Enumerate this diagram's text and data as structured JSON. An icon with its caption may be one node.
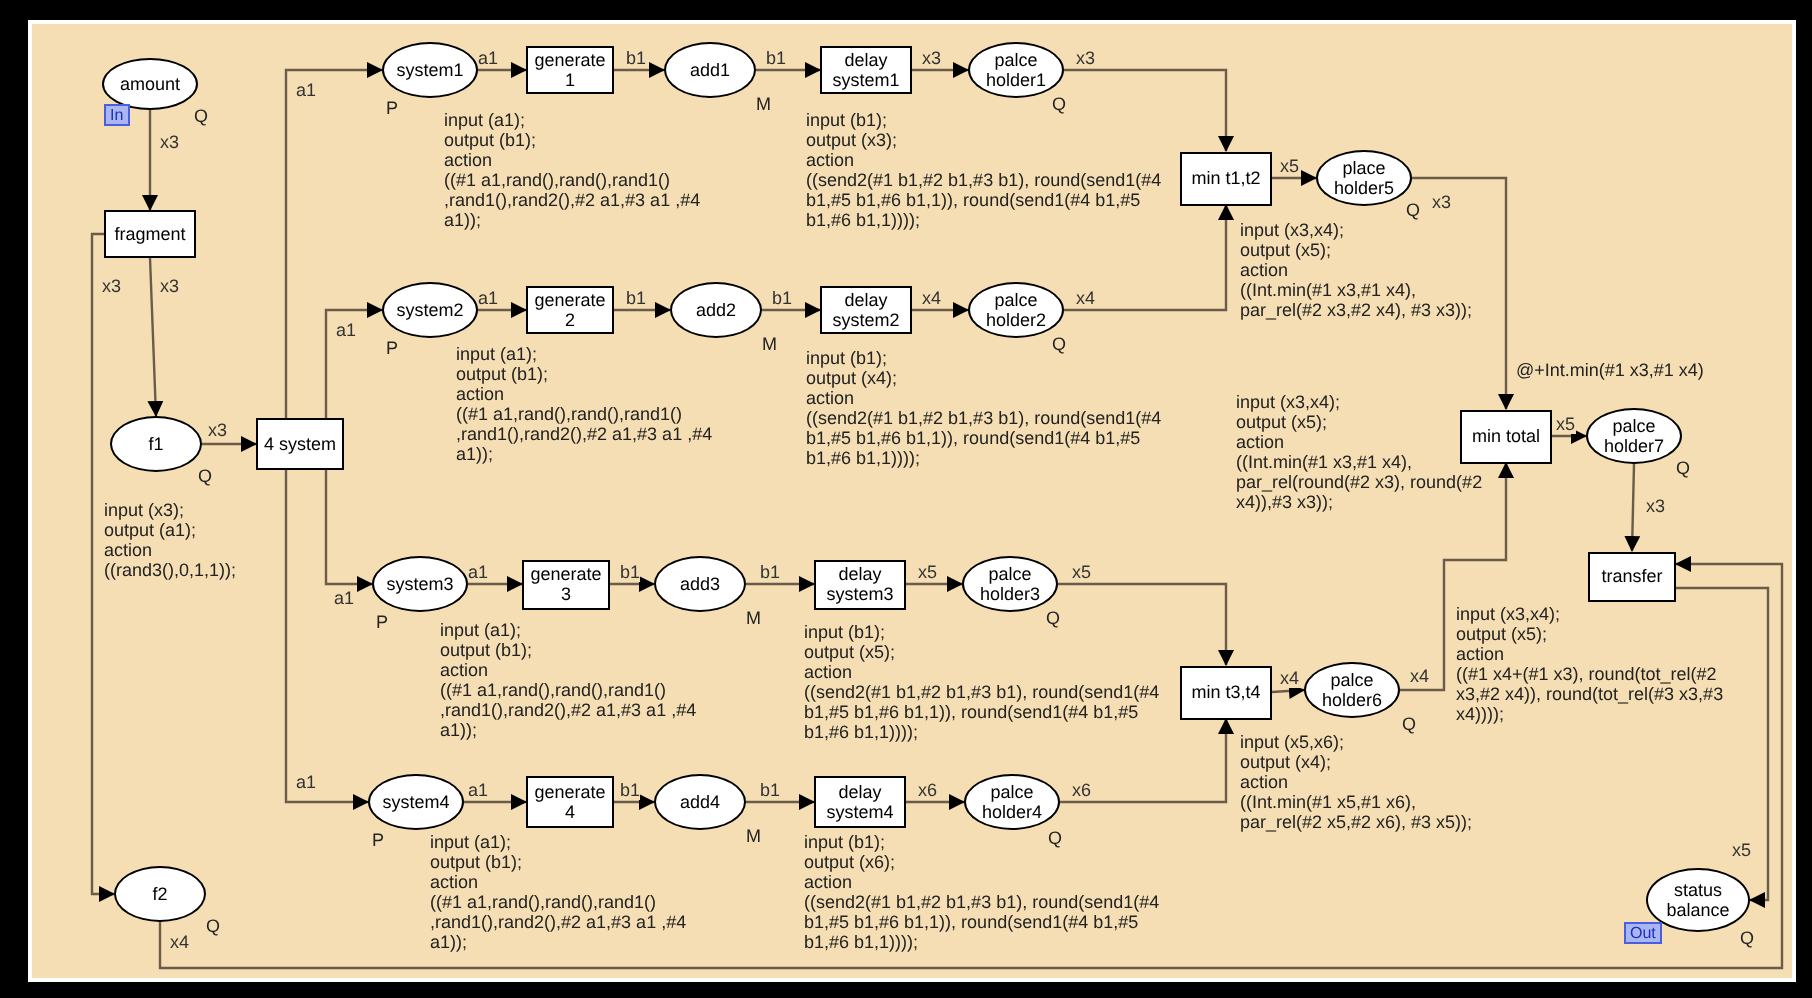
{
  "diagram": {
    "nodes": [
      {
        "text": [
          "amount"
        ],
        "beside": [
          "In",
          "Q"
        ]
      },
      {
        "text": [
          "fragment"
        ]
      },
      {
        "text": [
          "f1"
        ],
        "beside": [
          "Q"
        ]
      },
      {
        "text": [
          "4 system"
        ],
        "beside": [
          "input (x3);",
          "output (a1);",
          "action",
          "((rand3(),0,1,1));"
        ]
      },
      {
        "text": [
          "f2"
        ],
        "beside": [
          "Q"
        ]
      },
      {
        "text": [
          "system1"
        ],
        "beside": [
          "P"
        ]
      },
      {
        "text": [
          "generate 1"
        ],
        "beside": [
          "input (a1);",
          "output (b1);",
          "action",
          "((#1 a1,rand(),rand(),rand1() ,rand1(),rand2(),#2 a1,#3 a1 ,#4 a1));"
        ]
      },
      {
        "text": [
          "add1"
        ],
        "beside": [
          "M"
        ]
      },
      {
        "text": [
          "delay system1"
        ],
        "beside": [
          "input (b1);",
          "output (x3);",
          "action",
          "((send2(#1 b1,#2 b1,#3 b1), round(send1(#4 b1,#5 b1,#6 b1,1)), round(send1(#4 b1,#5 b1,#6 b1,1))));"
        ]
      },
      {
        "text": [
          "palce holder1"
        ],
        "beside": [
          "Q"
        ]
      },
      {
        "text": [
          "min t1,t2"
        ],
        "beside": [
          "input (x3,x4);",
          "output (x5);",
          "action",
          "((Int.min(#1 x3,#1 x4), par_rel(#2 x3,#2 x4), #3 x3));"
        ]
      },
      {
        "text": [
          "place holder5"
        ],
        "beside": [
          "Q"
        ]
      },
      {
        "text": [
          "system2"
        ],
        "beside": [
          "P"
        ]
      },
      {
        "text": [
          "generate 2"
        ],
        "beside": [
          "input (a1);",
          "output (b1);",
          "action",
          "((#1 a1,rand(),rand(),rand1() ,rand1(),rand2(),#2 a1,#3 a1 ,#4 a1));"
        ]
      },
      {
        "text": [
          "add2"
        ],
        "beside": [
          "M"
        ]
      },
      {
        "text": [
          "delay system2"
        ],
        "beside": [
          "input (b1);",
          "output (x4);",
          "action",
          "((send2(#1 b1,#2 b1,#3 b1), round(send1(#4 b1,#5 b1,#6 b1,1)), round(send1(#4 b1,#5 b1,#6 b1,1))));"
        ]
      },
      {
        "text": [
          "palce holder2"
        ],
        "beside": [
          "Q"
        ]
      },
      {
        "text": [
          "min total"
        ],
        "beside": [
          "input (x3,x4);",
          "output (x5);",
          "action",
          "((Int.min(#1 x3,#1 x4), par_rel(round(#2 x3), round(#2 x4)),#3 x3));"
        ]
      },
      {
        "text": [
          "palce holder7"
        ],
        "beside": [
          "Q"
        ]
      },
      {
        "text": [
          "transfer"
        ],
        "beside": [
          "input (x3,x4);",
          "output (x5);",
          "action",
          "((#1 x4+(#1 x3), round(tot_rel(#2 x3,#2 x4)), round(tot_rel(#3 x3,#3 x4))));"
        ]
      },
      {
        "text": [
          "system3"
        ],
        "beside": [
          "P"
        ]
      },
      {
        "text": [
          "generate 3"
        ],
        "beside": [
          "input (a1);",
          "output (b1);",
          "action",
          "((#1 a1,rand(),rand(),rand1() ,rand1(),rand2(),#2 a1,#3 a1 ,#4 a1));"
        ]
      },
      {
        "text": [
          "add3"
        ],
        "beside": [
          "M"
        ]
      },
      {
        "text": [
          "delay system3"
        ],
        "beside": [
          "input (b1);",
          "output (x5);",
          "action",
          "((send2(#1 b1,#2 b1,#3 b1), round(send1(#4 b1,#5 b1,#6 b1,1)), round(send1(#4 b1,#5 b1,#6 b1,1))));"
        ]
      },
      {
        "text": [
          "palce holder3"
        ],
        "beside": [
          "Q"
        ]
      },
      {
        "text": [
          "min t3,t4"
        ],
        "beside": [
          "input (x5,x6);",
          "output (x4);",
          "action",
          "((Int.min(#1 x5,#1 x6), par_rel(#2 x5,#2 x6), #3 x5));"
        ]
      },
      {
        "text": [
          "palce holder6"
        ],
        "beside": [
          "Q"
        ]
      },
      {
        "text": [
          "system4"
        ],
        "beside": [
          "P"
        ]
      },
      {
        "text": [
          "generate 4"
        ],
        "beside": [
          "input (a1);",
          "output (b1);",
          "action",
          "((#1 a1,rand(),rand(),rand1() ,rand1(),rand2(),#2 a1,#3 a1 ,#4 a1));"
        ]
      },
      {
        "text": [
          "add4"
        ],
        "beside": [
          "M"
        ]
      },
      {
        "text": [
          "delay system4"
        ],
        "beside": [
          "input (b1);",
          "output (x6);",
          "action",
          "((send2(#1 b1,#2 b1,#3 b1), round(send1(#4 b1,#5 b1,#6 b1,1)), round(send1(#4 b1,#5 b1,#6 b1,1))));"
        ]
      },
      {
        "text": [
          "palce holder4"
        ],
        "beside": [
          "Q"
        ]
      },
      {
        "text": [
          "status balance"
        ],
        "beside": [
          "Out",
          "Q"
        ]
      }
    ],
    "edges": [
      {
        "from": 0,
        "to": 1,
        "arrow": "to",
        "label": "x3"
      },
      {
        "from": 1,
        "to": 2,
        "arrow": "to",
        "label": "x3"
      },
      {
        "from": 1,
        "to": 4,
        "arrow": "to",
        "label": "x3"
      },
      {
        "from": 2,
        "to": 3,
        "arrow": "to",
        "label": "x3"
      },
      {
        "from": 3,
        "to": 5,
        "arrow": "to",
        "label": "a1"
      },
      {
        "from": 3,
        "to": 12,
        "arrow": "to",
        "label": "a1"
      },
      {
        "from": 3,
        "to": 20,
        "arrow": "to",
        "label": "a1"
      },
      {
        "from": 3,
        "to": 27,
        "arrow": "to",
        "label": "a1"
      },
      {
        "from": 5,
        "to": 6,
        "arrow": "to",
        "label": "a1"
      },
      {
        "from": 6,
        "to": 7,
        "arrow": "to",
        "label": "b1"
      },
      {
        "from": 7,
        "to": 8,
        "arrow": "to",
        "label": "b1"
      },
      {
        "from": 8,
        "to": 9,
        "arrow": "to",
        "label": "x3"
      },
      {
        "from": 9,
        "to": 10,
        "arrow": "to",
        "label": "x3"
      },
      {
        "from": 12,
        "to": 13,
        "arrow": "to",
        "label": "a1"
      },
      {
        "from": 13,
        "to": 14,
        "arrow": "to",
        "label": "b1"
      },
      {
        "from": 14,
        "to": 15,
        "arrow": "to",
        "label": "b1"
      },
      {
        "from": 15,
        "to": 16,
        "arrow": "to",
        "label": "x4"
      },
      {
        "from": 16,
        "to": 10,
        "arrow": "to",
        "label": "x4"
      },
      {
        "from": 10,
        "to": 11,
        "arrow": "to",
        "label": "x5"
      },
      {
        "from": 11,
        "to": 17,
        "arrow": "to",
        "label": "x3"
      },
      {
        "from": 17,
        "to": 18,
        "arrow": "to",
        "label": "x5"
      },
      {
        "from": 18,
        "to": 19,
        "arrow": "to",
        "label": "x3"
      },
      {
        "from": 19,
        "to": 32,
        "arrow": "to",
        "label": "x5"
      },
      {
        "from": 4,
        "to": 19,
        "arrow": "to",
        "label": "x4"
      },
      {
        "from": 20,
        "to": 21,
        "arrow": "to",
        "label": "a1"
      },
      {
        "from": 21,
        "to": 22,
        "arrow": "to",
        "label": "b1"
      },
      {
        "from": 22,
        "to": 23,
        "arrow": "to",
        "label": "b1"
      },
      {
        "from": 23,
        "to": 24,
        "arrow": "to",
        "label": "x5"
      },
      {
        "from": 24,
        "to": 25,
        "arrow": "to",
        "label": "x5"
      },
      {
        "from": 25,
        "to": 26,
        "arrow": "to",
        "label": "x4"
      },
      {
        "from": 26,
        "to": 17,
        "arrow": "to",
        "label": "x4"
      },
      {
        "from": 27,
        "to": 28,
        "arrow": "to",
        "label": "a1"
      },
      {
        "from": 28,
        "to": 29,
        "arrow": "to",
        "label": "b1"
      },
      {
        "from": 29,
        "to": 30,
        "arrow": "to",
        "label": "b1"
      },
      {
        "from": 30,
        "to": 31,
        "arrow": "to",
        "label": "x6"
      },
      {
        "from": 31,
        "to": 25,
        "arrow": "to",
        "label": "x6"
      }
    ],
    "labels": [
      "@+Int.min(#1 x3,#1 x4)"
    ]
  }
}
